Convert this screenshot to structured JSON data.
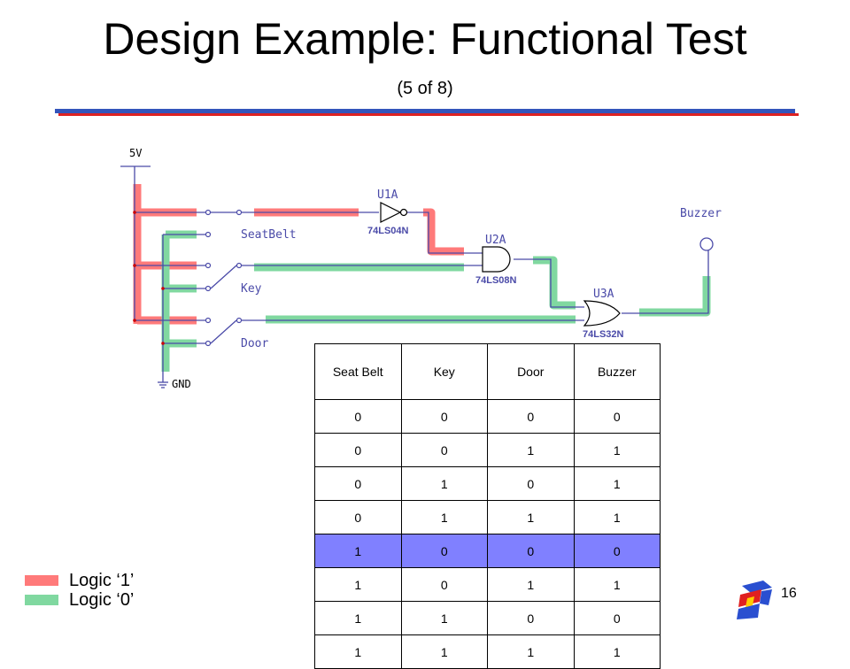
{
  "slide": {
    "title": "Design Example: Functional Test",
    "subtitle": "(5 of 8)",
    "page_number": "16"
  },
  "schematic": {
    "supply_label": "5V",
    "ground_label": "GND",
    "switches": [
      "SeatBelt",
      "Key",
      "Door"
    ],
    "gates": [
      {
        "ref": "U1A",
        "part": "74LS04N"
      },
      {
        "ref": "U2A",
        "part": "74LS08N"
      },
      {
        "ref": "U3A",
        "part": "74LS32N"
      }
    ],
    "output_label": "Buzzer",
    "colors": {
      "logic1": "#ff7a7a",
      "logic0": "#80d8a0",
      "wire": "#4a4aa8"
    }
  },
  "truth_table": {
    "headers": [
      "Seat Belt",
      "Key",
      "Door",
      "Buzzer"
    ],
    "rows": [
      [
        "0",
        "0",
        "0",
        "0"
      ],
      [
        "0",
        "0",
        "1",
        "1"
      ],
      [
        "0",
        "1",
        "0",
        "1"
      ],
      [
        "0",
        "1",
        "1",
        "1"
      ],
      [
        "1",
        "0",
        "0",
        "0"
      ],
      [
        "1",
        "0",
        "1",
        "1"
      ],
      [
        "1",
        "1",
        "0",
        "0"
      ],
      [
        "1",
        "1",
        "1",
        "1"
      ]
    ],
    "highlight_row": 4,
    "highlight_color": "#8080ff"
  },
  "legend": [
    {
      "label": "Logic ‘1’",
      "color": "#ff7a7a"
    },
    {
      "label": "Logic ‘0’",
      "color": "#80d8a0"
    }
  ]
}
